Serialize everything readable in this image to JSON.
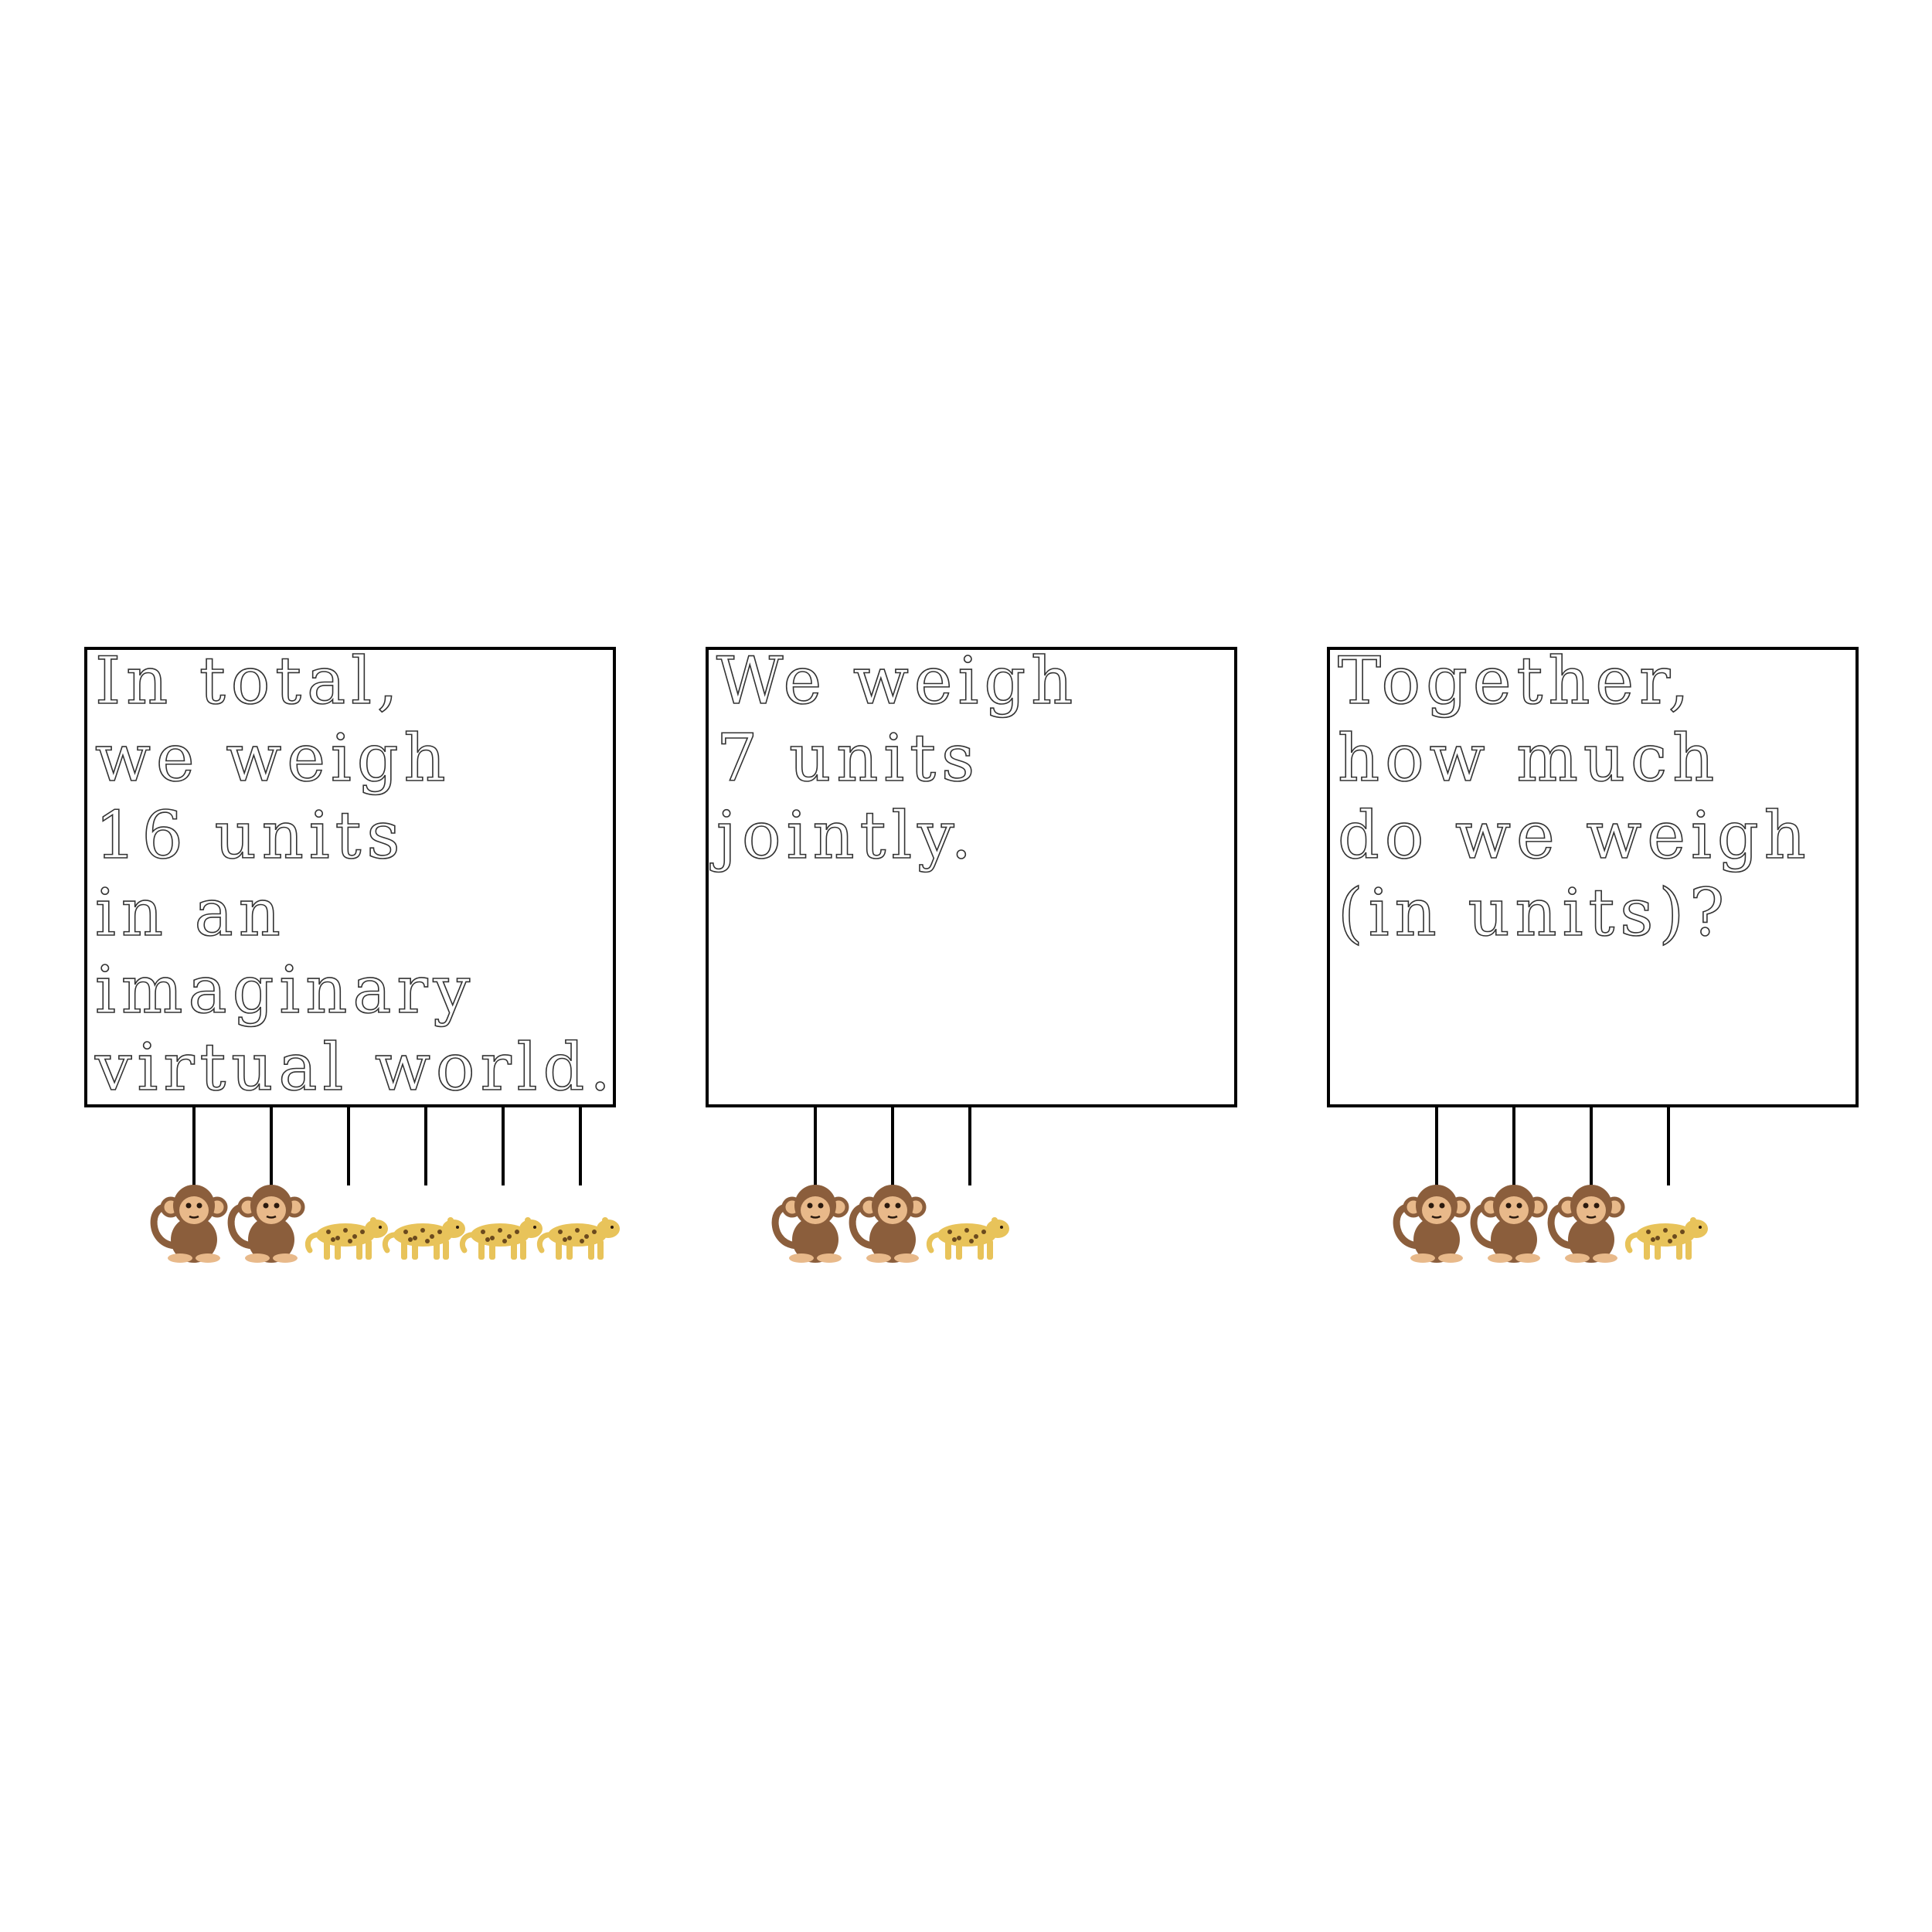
{
  "panels": [
    {
      "lines": [
        "In total,",
        "we weigh",
        "16 units",
        "in an",
        "imaginary",
        "virtual world."
      ],
      "animals": [
        "monkey",
        "monkey",
        "leopard",
        "leopard",
        "leopard",
        "leopard"
      ]
    },
    {
      "lines": [
        "We weigh",
        "7 units",
        "jointly."
      ],
      "animals": [
        "monkey",
        "monkey",
        "leopard"
      ]
    },
    {
      "lines": [
        "Together,",
        "how much",
        "do we weigh",
        "(in units)?"
      ],
      "animals": [
        "monkey",
        "monkey",
        "monkey",
        "leopard"
      ]
    }
  ],
  "colors": {
    "monkey_body": "#8b5e3c",
    "monkey_face": "#e8b98a",
    "leopard_body": "#e8c35a",
    "leopard_spots": "#6b4a1e"
  }
}
